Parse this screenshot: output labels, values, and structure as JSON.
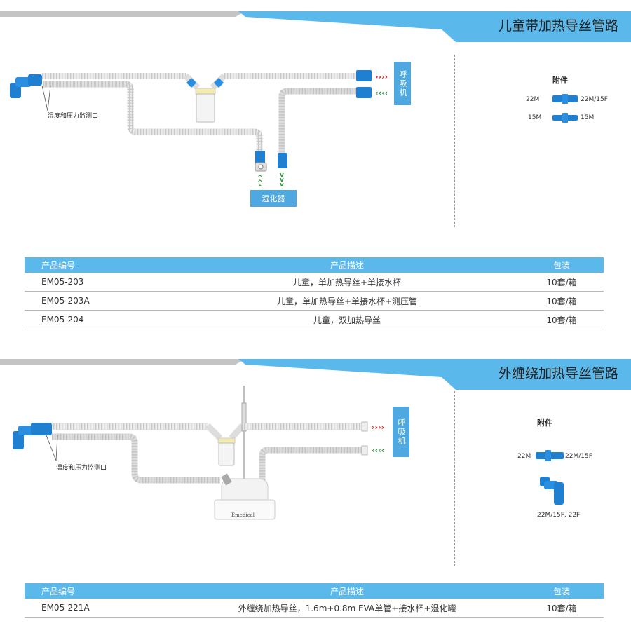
{
  "section1": {
    "title": "儿童带加热导丝管路",
    "diagram": {
      "ventilator_label": "呼吸机",
      "humidifier_label": "湿化器",
      "sensor_port_label": "温度和压力监测口"
    },
    "accessories": {
      "title": "附件",
      "items": [
        {
          "left": "22M",
          "right": "22M/15F"
        },
        {
          "left": "15M",
          "right": "15M"
        }
      ]
    },
    "table": {
      "headers": [
        "产品编号",
        "产品描述",
        "包装"
      ],
      "rows": [
        [
          "EM05-203",
          "儿童，单加热导丝+单接水杯",
          "10套/箱"
        ],
        [
          "EM05-203A",
          "儿童，单加热导丝+单接水杯+测压管",
          "10套/箱"
        ],
        [
          "EM05-204",
          "儿童，双加热导丝",
          "10套/箱"
        ]
      ]
    }
  },
  "section2": {
    "title": "外缠绕加热导丝管路",
    "diagram": {
      "ventilator_label": "呼吸机",
      "sensor_port_label": "温度和压力监测口",
      "brand_text": "Emedical"
    },
    "accessories": {
      "title": "附件",
      "items": [
        {
          "left": "22M",
          "right": "22M/15F"
        },
        {
          "caption": "22M/15F, 22F"
        }
      ]
    },
    "table": {
      "headers": [
        "产品编号",
        "产品描述",
        "包装"
      ],
      "rows": [
        [
          "EM05-221A",
          "外缠绕加热导丝，1.6m+0.8m EVA单管+接水杯+湿化罐",
          "10套/箱"
        ]
      ]
    }
  },
  "colors": {
    "accent_blue": "#5bb8ea",
    "header_gray": "#c4c4c4",
    "connector_blue": "#1f7fd1",
    "arrow_red": "#e02020",
    "arrow_green": "#2a9d3a"
  }
}
